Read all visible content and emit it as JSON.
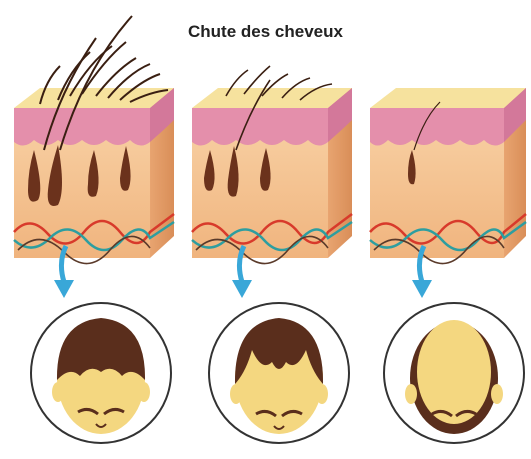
{
  "title": "Chute des cheveux",
  "stages": [
    {
      "stage": 1,
      "hair_density": "dense",
      "follicles": 4
    },
    {
      "stage": 2,
      "hair_density": "thinning",
      "follicles": 3
    },
    {
      "stage": 3,
      "hair_density": "bald",
      "follicles": 1
    }
  ],
  "colors": {
    "skin": "#f4c28d",
    "skin_dark": "#e2a06a",
    "epidermis": "#e38aa6",
    "hair": "#5a2e1c",
    "scalp": "#f7dc80",
    "face": "#f4d780",
    "vein_red": "#d83a2b",
    "vein_blue": "#2d9ea0",
    "arrow": "#39a7d8"
  },
  "icons": [
    "arrow-down-icon",
    "head-top-view-icon"
  ]
}
